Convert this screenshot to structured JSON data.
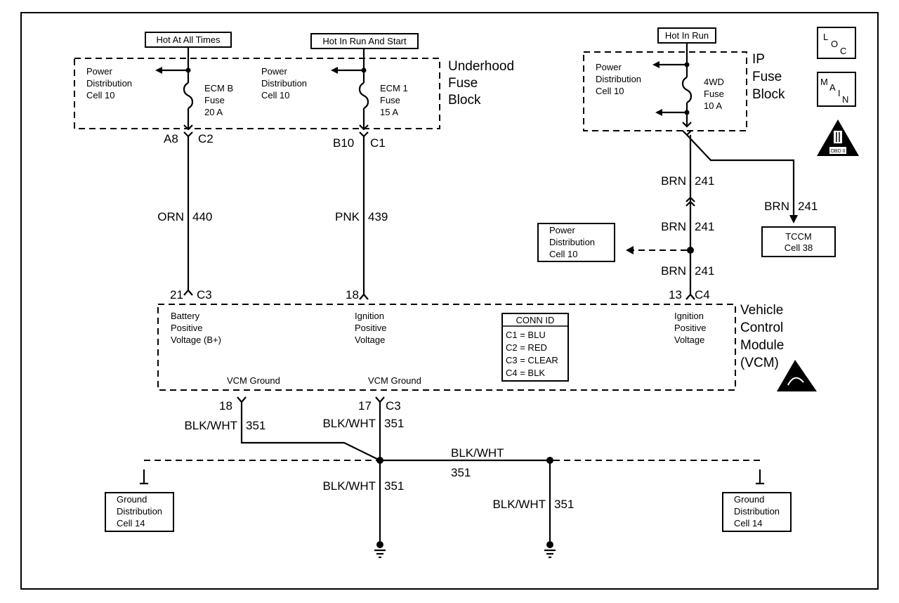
{
  "hot_labels": {
    "hot_all_times": "Hot At All Times",
    "hot_run_start": "Hot In Run And Start",
    "hot_in_run": "Hot In Run"
  },
  "underhood": {
    "title": [
      "Underhood",
      "Fuse",
      "Block"
    ],
    "pd_left": [
      "Power",
      "Distribution",
      "Cell 10"
    ],
    "pd_right": [
      "Power",
      "Distribution",
      "Cell 10"
    ],
    "fuse_ecmb": [
      "ECM B",
      "Fuse",
      "20 A"
    ],
    "fuse_ecm1": [
      "ECM 1",
      "Fuse",
      "15 A"
    ]
  },
  "ip_block": {
    "title": [
      "IP",
      "Fuse",
      "Block"
    ],
    "pd": [
      "Power",
      "Distribution",
      "Cell 10"
    ],
    "fuse_4wd": [
      "4WD",
      "Fuse",
      "10 A"
    ]
  },
  "badges": {
    "loc": "LOC",
    "main": "MAIN",
    "obd": "OBD II"
  },
  "connectors": {
    "a8": "A8",
    "c2": "C2",
    "b10": "B10",
    "c1": "C1",
    "p21": "21",
    "c3_a": "C3",
    "p18_top": "18",
    "p13": "13",
    "c4": "C4",
    "p18_bot": "18",
    "p17": "17",
    "c3_b": "C3"
  },
  "wires": {
    "orn": "ORN",
    "n440": "440",
    "pnk": "PNK",
    "n439": "439",
    "brn1": "BRN",
    "n241_1": "241",
    "brn2": "BRN",
    "n241_2": "241",
    "brn3": "BRN",
    "n241_3": "241",
    "brn4": "BRN",
    "n241_4": "241",
    "bw1": "BLK/WHT",
    "n351_1": "351",
    "bw2": "BLK/WHT",
    "n351_2": "351",
    "bw3": "BLK/WHT",
    "n351_3": "351",
    "bw4": "BLK/WHT",
    "n351_4": "351",
    "bw5": "BLK/WHT",
    "n351_5": "351"
  },
  "refs": {
    "pd_box": [
      "Power",
      "Distribution",
      "Cell 10"
    ],
    "tccm": [
      "TCCM",
      "Cell 38"
    ],
    "gnd_left": [
      "Ground",
      "Distribution",
      "Cell 14"
    ],
    "gnd_right": [
      "Ground",
      "Distribution",
      "Cell 14"
    ]
  },
  "vcm": {
    "title": [
      "Vehicle",
      "Control",
      "Module",
      "(VCM)"
    ],
    "bat": [
      "Battery",
      "Positive",
      "Voltage (B+)"
    ],
    "ign1": [
      "Ignition",
      "Positive",
      "Voltage"
    ],
    "ign2": [
      "Ignition",
      "Positive",
      "Voltage"
    ],
    "gnd1": "VCM Ground",
    "gnd2": "VCM Ground",
    "conn_title": "CONN ID",
    "conn_items": [
      "C1 = BLU",
      "C2 = RED",
      "C3 = CLEAR",
      "C4 = BLK"
    ]
  }
}
